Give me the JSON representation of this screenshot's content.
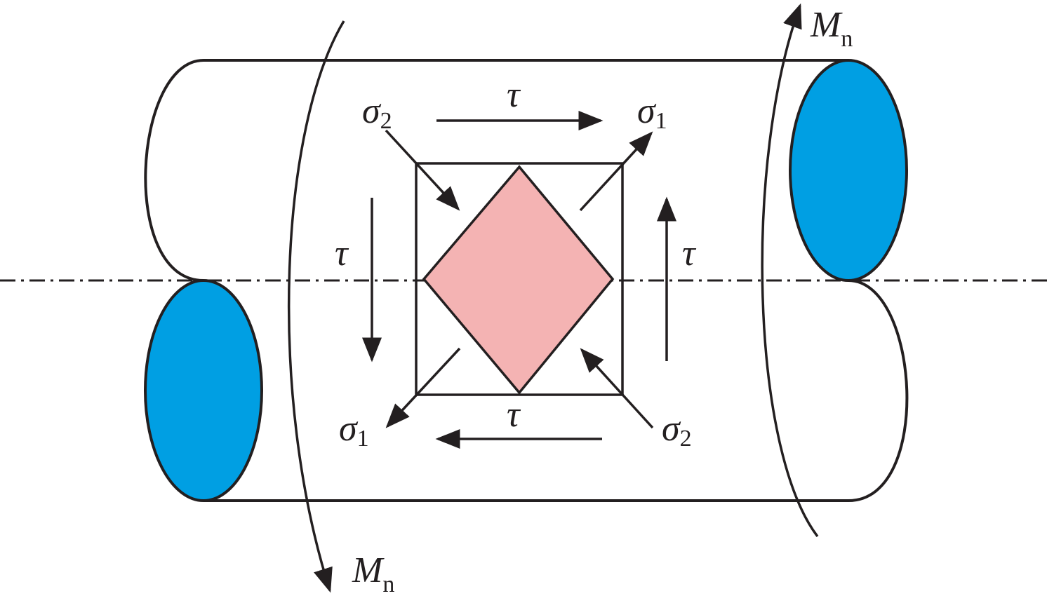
{
  "labels": {
    "sigma2_top": {
      "sym": "σ",
      "sub": "2"
    },
    "sigma1_top": {
      "sym": "σ",
      "sub": "1"
    },
    "sigma1_bottom": {
      "sym": "σ",
      "sub": "1"
    },
    "sigma2_bottom": {
      "sym": "σ",
      "sub": "2"
    },
    "tau_top": "τ",
    "tau_bottom": "τ",
    "tau_left": "τ",
    "tau_right": "τ",
    "moment_top": {
      "sym": "M",
      "sub": "n"
    },
    "moment_bottom": {
      "sym": "M",
      "sub": "n"
    }
  },
  "colors": {
    "end_face": "#009fe3",
    "element": "#f4b3b3",
    "line": "#231f20"
  }
}
